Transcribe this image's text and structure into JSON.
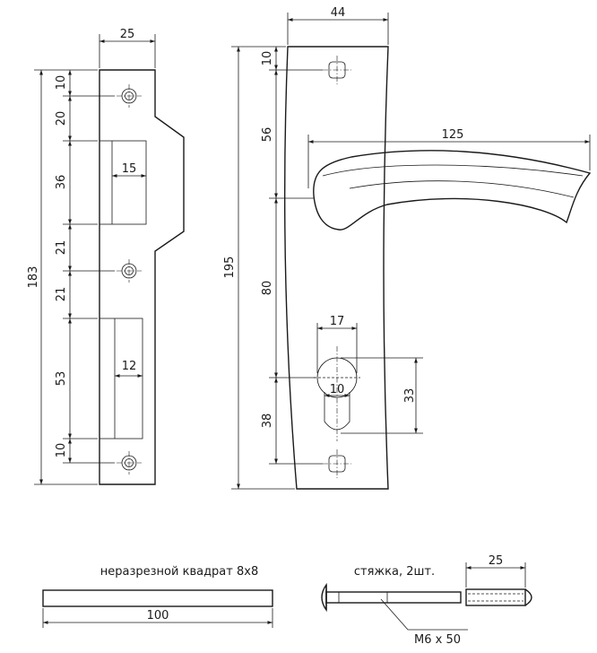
{
  "strike_plate": {
    "width_label": "25",
    "height_label": "183",
    "segments": [
      "10",
      "20",
      "36",
      "21",
      "21",
      "53",
      "10"
    ],
    "slot_top_width": "15",
    "slot_bottom_width": "12"
  },
  "handle_plate": {
    "width_label": "44",
    "height_label": "195",
    "segments": [
      "10",
      "56",
      "80",
      "38"
    ],
    "lever_length": "125",
    "cylinder_width": "17",
    "cylinder_narrow": "10",
    "cylinder_height": "33"
  },
  "spindle": {
    "caption": "неразрезной квадрат 8х8",
    "length": "100"
  },
  "screw": {
    "caption": "стяжка, 2шт.",
    "length": "25",
    "size": "М6 х 50"
  }
}
